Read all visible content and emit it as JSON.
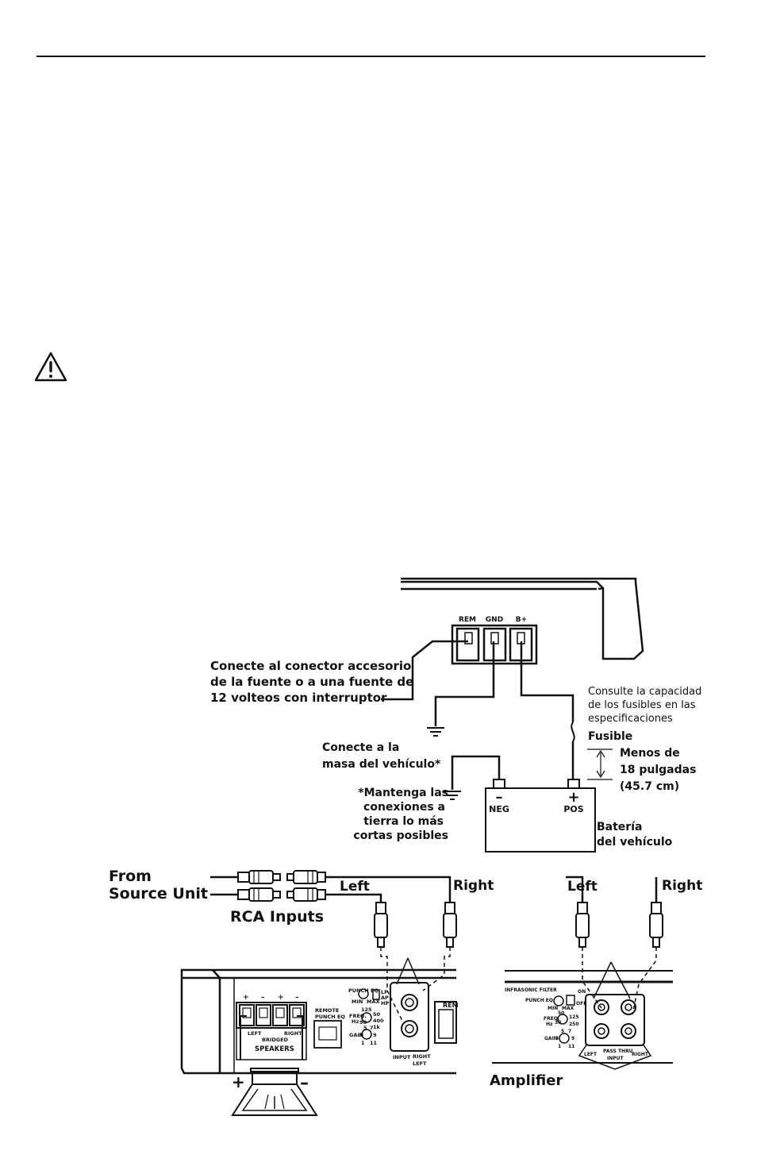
{
  "wiring": {
    "terminals": {
      "rem": "REM",
      "gnd": "GND",
      "bplus": "B+"
    },
    "remote_lines": [
      "Conecte al conector accesorio",
      "de la fuente o a una fuente de",
      "12 volteos con interruptor"
    ],
    "fuse_spec_lines": [
      "Consulte la capacidad",
      "de los fusibles en las",
      "especificaciones"
    ],
    "fuse_label": "Fusible",
    "distance_lines": [
      "Menos de",
      "18 pulgadas",
      "(45.7 cm)"
    ],
    "ground_lines": [
      "Conecte a la",
      "masa del vehículo*"
    ],
    "ground_note_lines": [
      "*Mantenga las",
      "conexiones a",
      "tierra lo más",
      "cortas posibles"
    ],
    "battery": {
      "neg_sign": "–",
      "neg": "NEG",
      "pos_sign": "+",
      "pos": "POS",
      "label_lines": [
        "Batería",
        "del vehículo"
      ]
    }
  },
  "rca": {
    "source_lines": [
      "From",
      "Source Unit"
    ],
    "inputs_label": "RCA Inputs",
    "left": "Left",
    "right": "Right",
    "left2": "Left",
    "right2": "Right",
    "amplifier": "Amplifier"
  },
  "amp_left_panel": {
    "punch_eq": "PUNCH EQ",
    "min": "MIN",
    "max": "MAX",
    "lp": "LP",
    "ap": "AP",
    "hp": "HP",
    "freq": "FREQ.",
    "hz": "Hz",
    "f125": "125",
    "f50": "50",
    "f90": "90",
    "f400": "400",
    "f1k": "1k",
    "gain": "GAIN",
    "g3": "3",
    "g5": "5",
    "g7": "7",
    "g9": "9",
    "g1": "1",
    "g11": "11",
    "remote": "REMOTE",
    "remote_punch": "PUNCH EQ",
    "spk_plus1": "+",
    "spk_minus1": "–",
    "spk_plus2": "+",
    "spk_minus2": "–",
    "left": "LEFT",
    "right": "RIGHT",
    "bridged": "BRIDGED",
    "speakers": "SPEAKERS",
    "input": "INPUT",
    "in_right": "RIGHT",
    "in_left": "LEFT",
    "rem": "REM",
    "plus_big": "+",
    "minus_big": "–"
  },
  "amp_right_panel": {
    "infrasonic": "INFRASONIC FILTER",
    "on": "ON",
    "off": "OFF",
    "punch_eq": "PUNCH EQ",
    "min": "MIN",
    "max": "MAX",
    "freq": "FREQ.",
    "hz": "Hz",
    "f50": "50",
    "f125": "125",
    "f30": "30",
    "f250": "250",
    "gain": "GAIN",
    "g5": "5",
    "g7": "7",
    "g3": "3",
    "g9": "9",
    "g1": "1",
    "g11": "11",
    "left": "LEFT",
    "right": "RIGHT",
    "passthru": "PASS THRU",
    "input": "INPUT"
  }
}
